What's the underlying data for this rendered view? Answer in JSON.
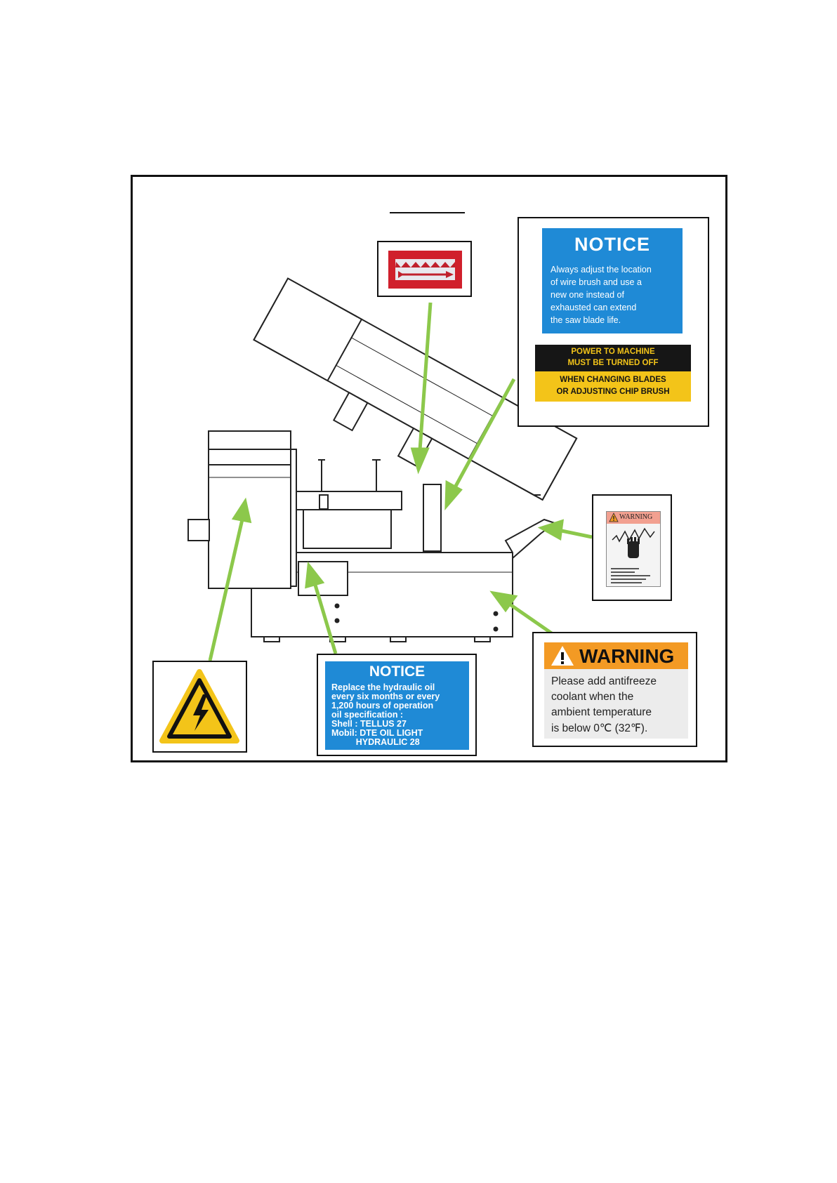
{
  "notice_wire_brush": {
    "heading": "NOTICE",
    "lines": [
      "Always adjust the location",
      "of wire brush and use a",
      "new one instead of",
      "exhausted can extend",
      "the saw blade life."
    ]
  },
  "power_warning": {
    "top_lines": [
      "POWER TO MACHINE",
      "MUST BE TURNED OFF"
    ],
    "bottom_lines": [
      "WHEN CHANGING BLADES",
      "OR ADJUSTING CHIP BRUSH"
    ]
  },
  "warning_chip": {
    "heading": "WARNING"
  },
  "warning_antifreeze": {
    "heading": "WARNING",
    "lines": [
      "Please add antifreeze",
      "coolant when the",
      "ambient temperature",
      "is below 0℃ (32℉)."
    ]
  },
  "notice_hydraulic": {
    "heading": "NOTICE",
    "lines": [
      "Replace the hydraulic oil",
      "every six months or every",
      "1,200 hours of operation",
      "oil specification :",
      "Shell : TELLUS 27",
      "Mobil: DTE OIL LIGHT",
      "          HYDRAULIC 28"
    ]
  },
  "colors": {
    "arrow": "#8cc84b",
    "notice_blue": "#1f8ad6",
    "warning_orange": "#f39a24",
    "caution_yellow": "#f3c419",
    "blade_red": "#d0202c"
  }
}
